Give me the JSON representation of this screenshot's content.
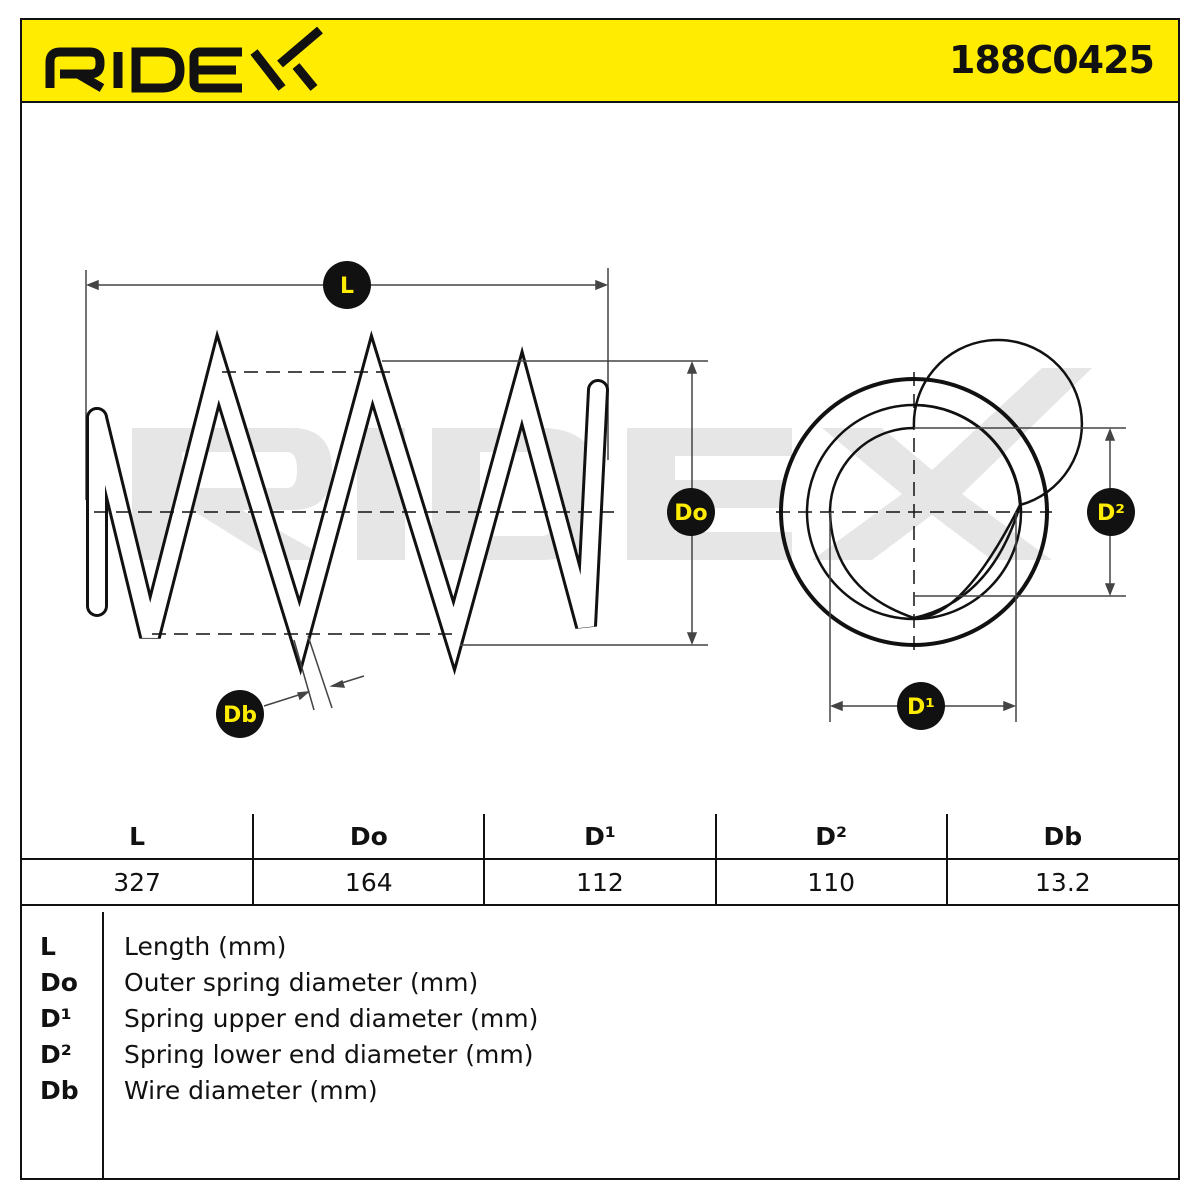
{
  "header": {
    "brand": "RIDEX",
    "part_number": "188C0425"
  },
  "diagram": {
    "watermark": "RIDEX",
    "badges": {
      "length": "L",
      "outer_diameter": "Do",
      "wire_diameter": "Db",
      "upper_end_diameter": "D¹",
      "lower_end_diameter": "D²"
    }
  },
  "specs": {
    "headers": [
      "L",
      "Do",
      "D¹",
      "D²",
      "Db"
    ],
    "values": [
      "327",
      "164",
      "112",
      "110",
      "13.2"
    ]
  },
  "legend": [
    {
      "abbr": "L",
      "desc": "Length (mm)"
    },
    {
      "abbr": "Do",
      "desc": "Outer spring diameter (mm)"
    },
    {
      "abbr": "D¹",
      "desc": "Spring upper end diameter (mm)"
    },
    {
      "abbr": "D²",
      "desc": "Spring lower end diameter (mm)"
    },
    {
      "abbr": "Db",
      "desc": "Wire diameter (mm)"
    }
  ],
  "colors": {
    "brand_yellow": "#ffec00",
    "ink": "#111111",
    "watermark": "#e6e6e6"
  }
}
